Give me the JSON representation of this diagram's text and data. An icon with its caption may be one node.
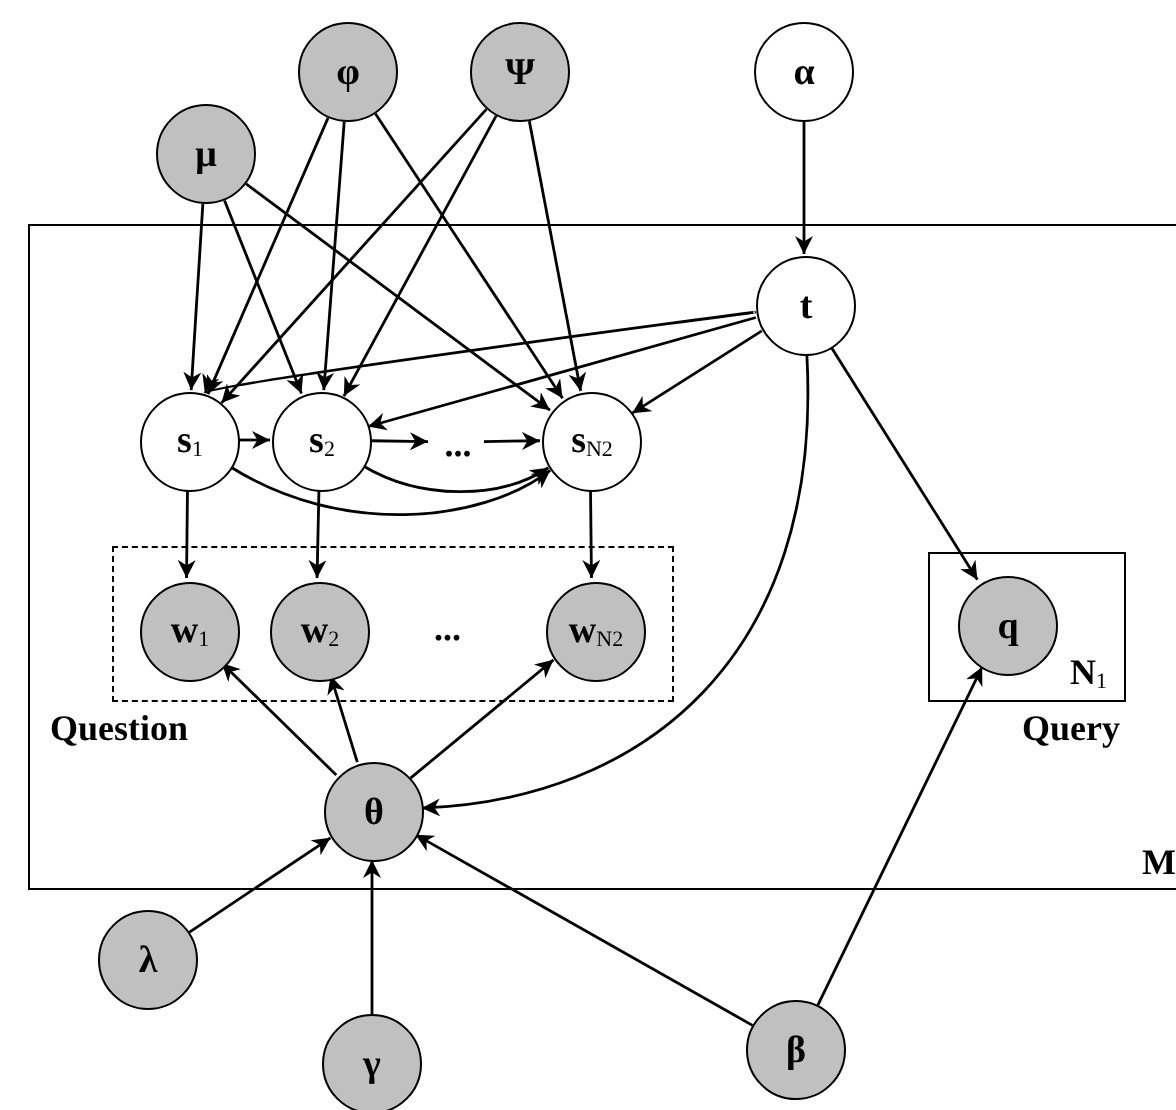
{
  "diagram": {
    "nodes": [
      {
        "text": [
          "M"
        ]
      },
      {
        "text": [
          "μ"
        ]
      },
      {
        "text": [
          "φ"
        ]
      },
      {
        "text": [
          "Ψ"
        ]
      },
      {
        "text": [
          "α"
        ]
      },
      {
        "text": [
          "t"
        ],
        "in": 0
      },
      {
        "text": [
          "s$_{1}$"
        ],
        "in": 0
      },
      {
        "text": [
          "s$_{2}$"
        ],
        "in": 0
      },
      {
        "text": [
          "..."
        ],
        "in": 0
      },
      {
        "text": [
          "s$_{N2}$"
        ],
        "in": 0
      },
      {
        "text": [
          "Question"
        ],
        "in": 0
      },
      {
        "text": [
          "w$_{1}$"
        ],
        "in": 10
      },
      {
        "text": [
          "w$_{2}$"
        ],
        "in": 10
      },
      {
        "text": [
          "w$_{N2}$"
        ],
        "in": 10
      },
      {
        "text": [
          "N$_{1}$",
          "Query"
        ],
        "in": 0
      },
      {
        "text": [
          "q"
        ],
        "in": 14
      },
      {
        "text": [
          "θ"
        ],
        "in": 0
      },
      {
        "text": [
          "λ"
        ]
      },
      {
        "text": [
          "γ"
        ]
      },
      {
        "text": [
          "β"
        ]
      }
    ],
    "edges": [
      {
        "from": 1,
        "to": 6,
        "arrow": "to"
      },
      {
        "from": 1,
        "to": 7,
        "arrow": "to"
      },
      {
        "from": 1,
        "to": 9,
        "arrow": "to"
      },
      {
        "from": 2,
        "to": 6,
        "arrow": "to"
      },
      {
        "from": 2,
        "to": 7,
        "arrow": "to"
      },
      {
        "from": 2,
        "to": 9,
        "arrow": "to"
      },
      {
        "from": 3,
        "to": 6,
        "arrow": "to"
      },
      {
        "from": 3,
        "to": 7,
        "arrow": "to"
      },
      {
        "from": 3,
        "to": 9,
        "arrow": "to"
      },
      {
        "from": 4,
        "to": 5,
        "arrow": "to"
      },
      {
        "from": 5,
        "to": 6,
        "arrow": "to"
      },
      {
        "from": 5,
        "to": 7,
        "arrow": "to"
      },
      {
        "from": 5,
        "to": 9,
        "arrow": "to"
      },
      {
        "from": 5,
        "to": 15,
        "arrow": "to"
      },
      {
        "from": 5,
        "to": 16,
        "arrow": "to"
      },
      {
        "from": 6,
        "to": 7,
        "arrow": "to"
      },
      {
        "from": 7,
        "to": 8,
        "arrow": "to"
      },
      {
        "from": 8,
        "to": 9,
        "arrow": "to"
      },
      {
        "from": 7,
        "to": 9,
        "arrow": "to"
      },
      {
        "from": 6,
        "to": 9,
        "arrow": "to"
      },
      {
        "from": 6,
        "to": 11,
        "arrow": "to"
      },
      {
        "from": 7,
        "to": 12,
        "arrow": "to"
      },
      {
        "from": 9,
        "to": 13,
        "arrow": "to"
      },
      {
        "from": 16,
        "to": 11,
        "arrow": "to"
      },
      {
        "from": 16,
        "to": 12,
        "arrow": "to"
      },
      {
        "from": 16,
        "to": 13,
        "arrow": "to"
      },
      {
        "from": 17,
        "to": 16,
        "arrow": "to"
      },
      {
        "from": 18,
        "to": 16,
        "arrow": "to"
      },
      {
        "from": 19,
        "to": 16,
        "arrow": "to"
      },
      {
        "from": 19,
        "to": 15,
        "arrow": "to"
      }
    ],
    "labels": [
      "..."
    ]
  }
}
